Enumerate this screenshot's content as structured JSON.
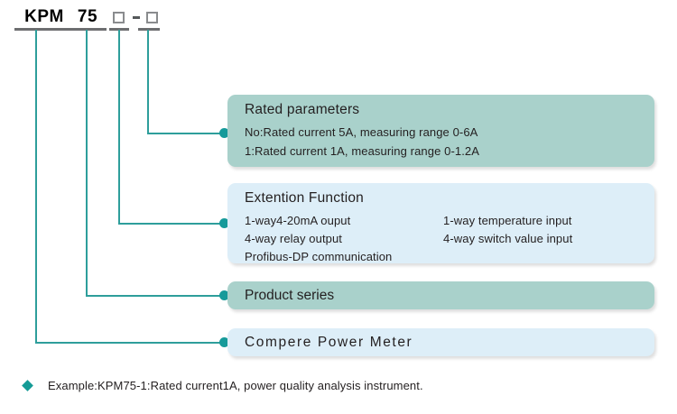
{
  "model_code": {
    "parts": [
      {
        "text": "KPM",
        "kind": "text"
      },
      {
        "text": "75",
        "kind": "text"
      },
      {
        "text": "□-□",
        "kind": "squares"
      }
    ]
  },
  "callouts": [
    {
      "title": "Rated parameters",
      "color": "teal",
      "lines_left": [
        "No:Rated current 5A, measuring range 0-6A",
        "1:Rated current 1A, measuring range 0-1.2A"
      ],
      "lines_right": []
    },
    {
      "title": "Extention Function",
      "color": "blue",
      "lines_left": [
        "1-way4-20mA ouput",
        "4-way relay output",
        "Profibus-DP communication"
      ],
      "lines_right": [
        "1-way temperature input",
        "4-way switch value input"
      ]
    }
  ],
  "bars": [
    {
      "label": "Product series",
      "color": "teal",
      "spaced": false
    },
    {
      "label": "Compere  Power  Meter",
      "color": "blue",
      "spaced": true
    }
  ],
  "footer": {
    "bullet": "diamond-bullet-icon",
    "text": "Example:KPM75-1:Rated current1A, power quality analysis instrument."
  },
  "colors": {
    "teal_box": "#a9d1cb",
    "blue_box": "#ddeef8",
    "line": "#2e9e9b",
    "dot": "#169a9a",
    "underline": "#6d6e70"
  }
}
